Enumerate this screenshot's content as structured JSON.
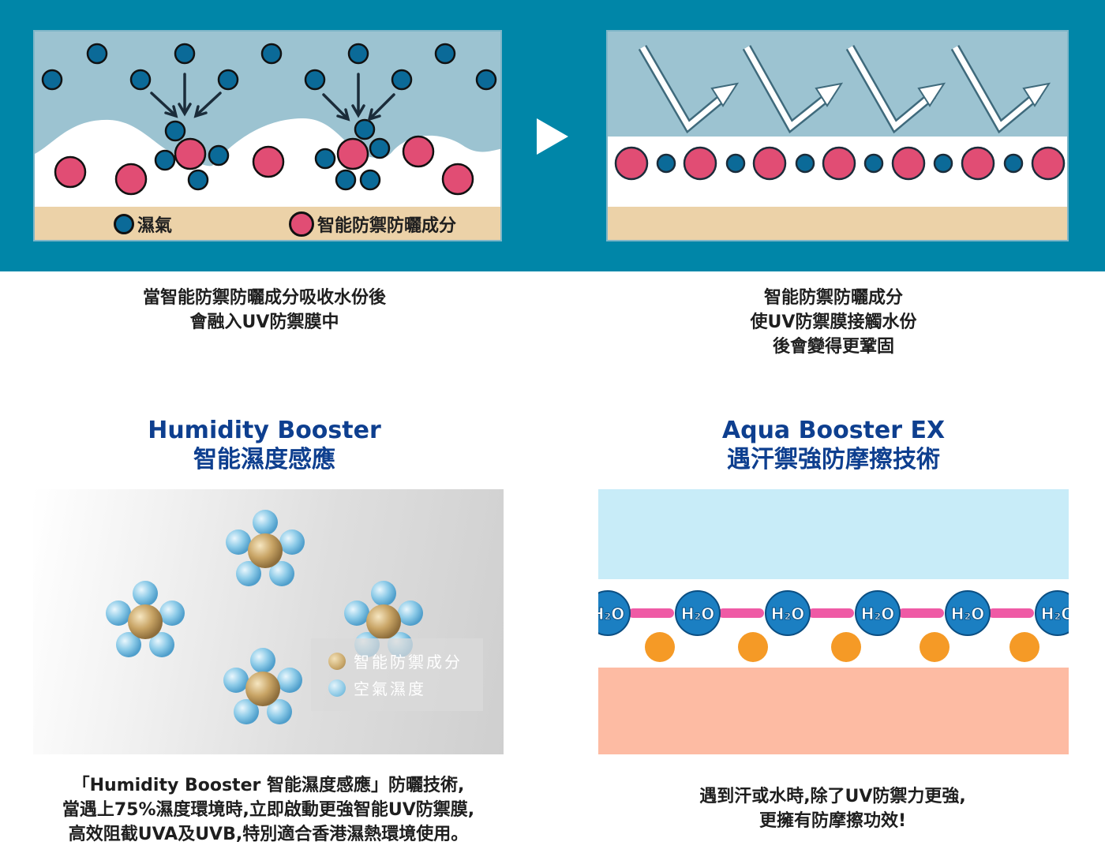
{
  "top": {
    "legend": {
      "moisture": "濕氣",
      "smart_ingredient": "智能防禦防曬成分"
    }
  },
  "captions": {
    "left": [
      "當智能防禦防曬成分吸收水份後",
      "會融入UV防禦膜中"
    ],
    "right": [
      "智能防禦防曬成分",
      "使UV防禦膜接觸水份",
      "後會變得更鞏固"
    ]
  },
  "humidity": {
    "title_en": "Humidity Booster",
    "title_zh": "智能濕度感應",
    "legend": {
      "ingredient": "智能防禦成分",
      "air_humidity": "空氣濕度"
    },
    "description": [
      "「Humidity Booster 智能濕度感應」防曬技術,",
      "當遇上75%濕度環境時,立即啟動更強智能UV防禦膜,",
      "高效阻截UVA及UVB,特別適合香港濕熱環境使用。"
    ]
  },
  "aqua": {
    "title_en": "Aqua Booster EX",
    "title_zh": "遇汗禦強防摩擦技術",
    "molecule_label": "H₂O",
    "description": [
      "遇到汗或水時,除了UV防禦力更強,",
      "更擁有防摩擦功效!"
    ]
  },
  "colors": {
    "band": "#0086a8",
    "sky": "#9cc3d1",
    "skin": "#ecd2a8",
    "moisture_dot": "#0b6a98",
    "ingredient_dot": "#e14d74",
    "title_blue": "#0e3f8f",
    "water": "#c8ecf8",
    "skin_pink": "#fdbba3",
    "h2o_bond": "#ef5aa5",
    "orange_dot": "#f59a26"
  },
  "icons": [
    "play-arrow-icon",
    "down-arrow-icon",
    "bounce-arrow-icon"
  ]
}
